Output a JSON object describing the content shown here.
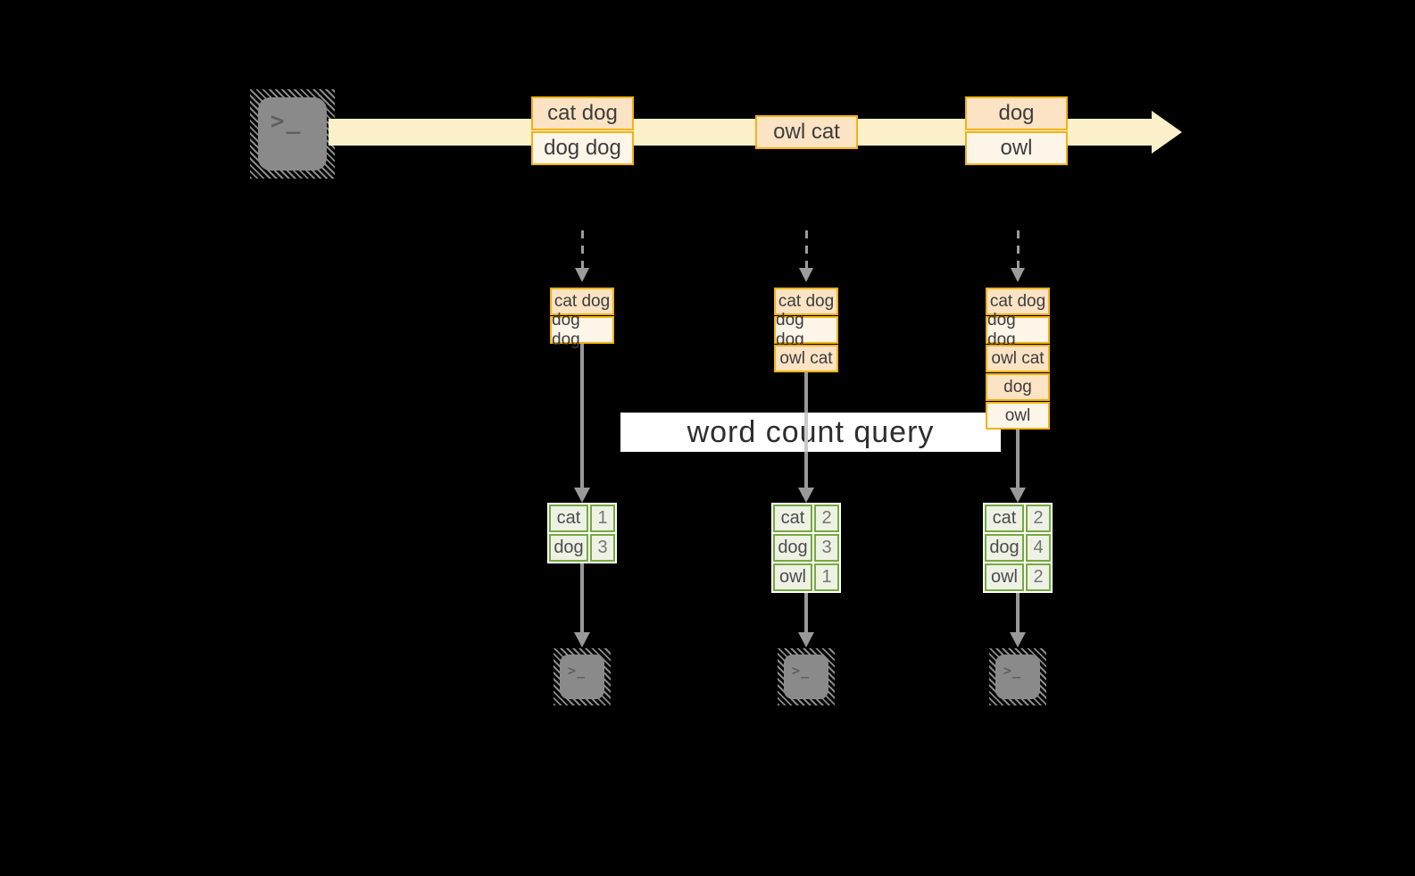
{
  "banner": {
    "label": "word count query"
  },
  "icons": {
    "terminal_glyph": ">_"
  },
  "palette": {
    "gold_border": "#f2b213",
    "peach_fill": "#fbe3c4",
    "cream_fill": "#fdf5e8",
    "stream_fill": "#fbf0c9",
    "green_border": "#77a83e",
    "green_fill": "#edf2e5",
    "arrow_gray": "#999999",
    "terminal_gray": "#8a8a8a",
    "banner_bg": "#ffffff"
  },
  "stream": {
    "messages": [
      {
        "cells": [
          "cat dog",
          "dog dog"
        ]
      },
      {
        "cells": [
          "owl cat"
        ]
      },
      {
        "cells": [
          "dog",
          "owl"
        ]
      }
    ]
  },
  "columns": [
    {
      "buffer": [
        "cat dog",
        "dog dog"
      ],
      "counts": [
        {
          "word": "cat",
          "count": "1"
        },
        {
          "word": "dog",
          "count": "3"
        }
      ]
    },
    {
      "buffer": [
        "cat dog",
        "dog dog",
        "owl cat"
      ],
      "counts": [
        {
          "word": "cat",
          "count": "2"
        },
        {
          "word": "dog",
          "count": "3"
        },
        {
          "word": "owl",
          "count": "1"
        }
      ]
    },
    {
      "buffer": [
        "cat dog",
        "dog dog",
        "owl cat",
        "dog",
        "owl"
      ],
      "counts": [
        {
          "word": "cat",
          "count": "2"
        },
        {
          "word": "dog",
          "count": "4"
        },
        {
          "word": "owl",
          "count": "2"
        }
      ]
    }
  ]
}
